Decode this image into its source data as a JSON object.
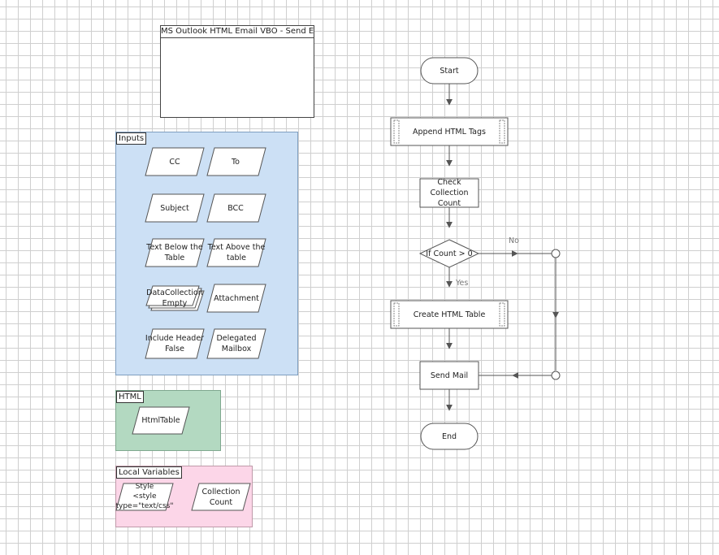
{
  "note": {
    "title": "MS Outlook HTML Email VBO - Send Em"
  },
  "blocks": {
    "inputs": {
      "label": "Inputs",
      "color": "#cce0f5"
    },
    "html": {
      "label": "HTML",
      "color": "#b3d9c1"
    },
    "locals": {
      "label": "Local Variables",
      "color": "#fcd6e8"
    }
  },
  "data_items": {
    "cc": "CC",
    "to": "To",
    "subject": "Subject",
    "bcc": "BCC",
    "text_below": "Text Below the\nTable",
    "text_above": "Text Above the\ntable",
    "data_collection": "DataCollection\nEmpty",
    "attachment": "Attachment",
    "include_header": "Include Header\nFalse",
    "delegated_mailbox": "Delegated\nMailbox",
    "html_table": "HtmlTable",
    "style": "Style\n<style\ntype=\"text/css\"",
    "collection_count": "Collection\nCount"
  },
  "flow": {
    "start": "Start",
    "append_tags": "Append HTML Tags",
    "check_count": "Check\nCollection\nCount",
    "decision": "If Count > 0",
    "no_label": "No",
    "yes_label": "Yes",
    "create_table": "Create HTML Table",
    "send_mail": "Send Mail",
    "end": "End"
  }
}
